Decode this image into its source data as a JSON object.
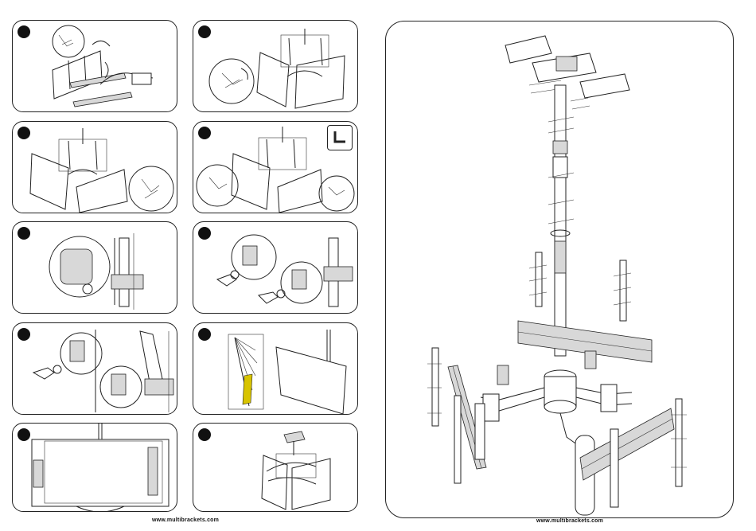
{
  "manual": {
    "footer_left": "www.multibrackets.com",
    "footer_right": "www.multibrackets.com"
  },
  "steps": [
    {
      "icon": "step-1-marker"
    },
    {
      "icon": "step-2-marker"
    },
    {
      "icon": "step-3-marker"
    },
    {
      "icon": "step-4-marker",
      "tool_icon": "hex-key-icon"
    },
    {
      "icon": "step-5-marker"
    },
    {
      "icon": "step-6-marker"
    },
    {
      "icon": "step-7-marker"
    },
    {
      "icon": "step-8-marker"
    },
    {
      "icon": "step-9-marker"
    },
    {
      "icon": "step-10-marker"
    }
  ],
  "colors": {
    "line": "#222222",
    "tilt_highlight": "#d8c400"
  }
}
